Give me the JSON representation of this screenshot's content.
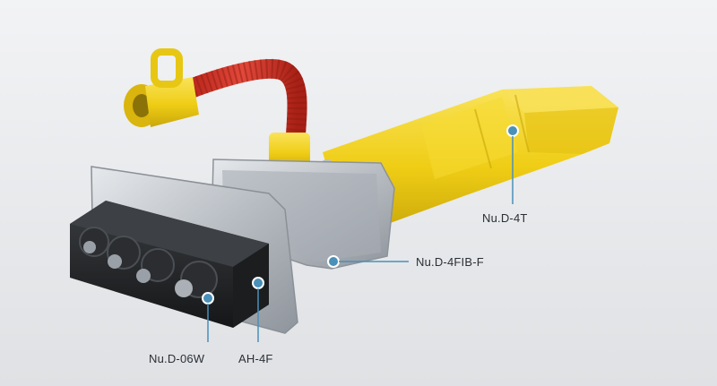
{
  "labels": {
    "nu_d_4t": "Nu.D-4T",
    "nu_d_4fib_f": "Nu.D-4FIB-F",
    "nu_d_06w": "Nu.D-06W",
    "ah_4f": "AH-4F"
  },
  "colors": {
    "background": "#e9eaec",
    "yellow": "#f2d21b",
    "red": "#d63a2a",
    "metal": "#bfc4ca",
    "black": "#222426",
    "callout": "#4a90b8"
  }
}
